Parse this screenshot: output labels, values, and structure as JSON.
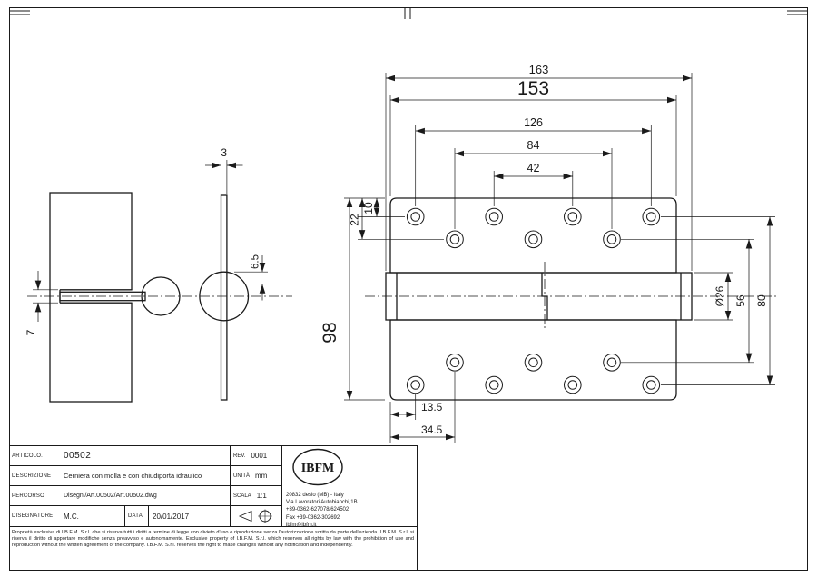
{
  "page": {
    "background": "#ffffff",
    "line_color": "#1a1a1a"
  },
  "drawing": {
    "dims": {
      "overall_width": "163",
      "leaf_width": "153",
      "hole_span_outer": "126",
      "hole_span_mid": "84",
      "hole_span_inner": "42",
      "row1_offset": "10",
      "row2_offset": "22",
      "height": "98",
      "barrel_diameter": "Ø26",
      "inner_rows_span": "56",
      "outer_rows_span": "80",
      "bottom_offset_1": "13.5",
      "bottom_offset_2": "34.5",
      "plate_thickness": "3",
      "knuckle_offset": "6.5",
      "slot_width": "7"
    }
  },
  "title_block": {
    "articolo_label": "ARTICOLO.",
    "articolo": "00502",
    "rev_label": "REV.",
    "rev": "0001",
    "descrizione_label": "DESCRIZIONE",
    "descrizione": "Cerniera con molla e con chiudiporta idraulico",
    "unita_label": "UNITÀ",
    "unita": "mm",
    "percorso_label": "PERCORSO",
    "percorso": "Disegni/Art.00502/Art.00502.dwg",
    "scala_label": "SCALA",
    "scala": "1:1",
    "disegnatore_label": "DISEGNATORE",
    "disegnatore": "M.C.",
    "data_label": "DATA",
    "data": "20/01/2017",
    "logo": "IBFM",
    "address_lines": [
      "20832 desio (MB) - Italy",
      "Via Lavoratori Autobianchi,1B",
      "+39-0362-627078/624502",
      "Fax +39-0362-302692",
      "ibfm@ibfm.it"
    ],
    "legal": "Proprietà esclusiva di I.B.F.M. S.r.l. che si riserva tutti i diritti a termine di legge con divieto d'uso e riproduzione senza l'autorizzazione scritta da parte dell'azienda. I.B.F.M. S.r.l. si riserva il diritto di apportare modifiche senza preavviso e autonomamente. Exclusive property of I.B.F.M. S.r.l. which reserves all rights by law with the prohibition of use and reproduction without the written agreement of the company. I.B.F.M. S.r.l. reserves the right to make changes without any notification and independently."
  }
}
